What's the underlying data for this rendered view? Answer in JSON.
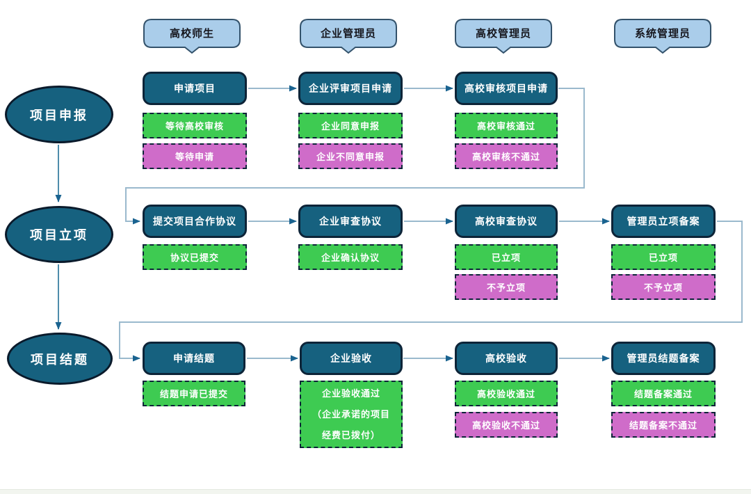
{
  "lanes": [
    {
      "label": "高校师生"
    },
    {
      "label": "企业管理员"
    },
    {
      "label": "高校管理员"
    },
    {
      "label": "系统管理员"
    }
  ],
  "phases": [
    {
      "label": "项目申报"
    },
    {
      "label": "项目立项"
    },
    {
      "label": "项目结题"
    }
  ],
  "rows": [
    {
      "steps": [
        {
          "label": "申请项目",
          "success": "等待高校审核",
          "fail": "等待申请"
        },
        {
          "label": "企业评审项目申请",
          "success": "企业同意申报",
          "fail": "企业不同意申报"
        },
        {
          "label": "高校审核项目申请",
          "success": "高校审核通过",
          "fail": "高校审核不通过"
        }
      ]
    },
    {
      "steps": [
        {
          "label": "提交项目合作协议",
          "success": "协议已提交"
        },
        {
          "label": "企业审查协议",
          "success": "企业确认协议"
        },
        {
          "label": "高校审查协议",
          "success": "已立项",
          "fail": "不予立项"
        },
        {
          "label": "管理员立项备案",
          "success": "已立项",
          "fail": "不予立项"
        }
      ]
    },
    {
      "steps": [
        {
          "label": "申请结题",
          "success": "结题申请已提交"
        },
        {
          "label": "企业验收",
          "success_lines": [
            "企业验收通过",
            "（企业承诺的项目",
            "经费已拨付）"
          ]
        },
        {
          "label": "高校验收",
          "success": "高校验收通过",
          "fail": "高校验收不通过"
        },
        {
          "label": "管理员结题备案",
          "success": "结题备案通过",
          "fail": "结题备案不通过"
        }
      ]
    }
  ],
  "colors": {
    "process_fill": "#16617f",
    "success_fill": "#3ecb52",
    "fail_fill": "#cf6cc9",
    "lane_fill": "#aacdea",
    "node_border": "#0d2438",
    "connector_line": "#9ab9cd",
    "phase_line": "#4e8cab",
    "arrowhead": "#1a6390"
  }
}
